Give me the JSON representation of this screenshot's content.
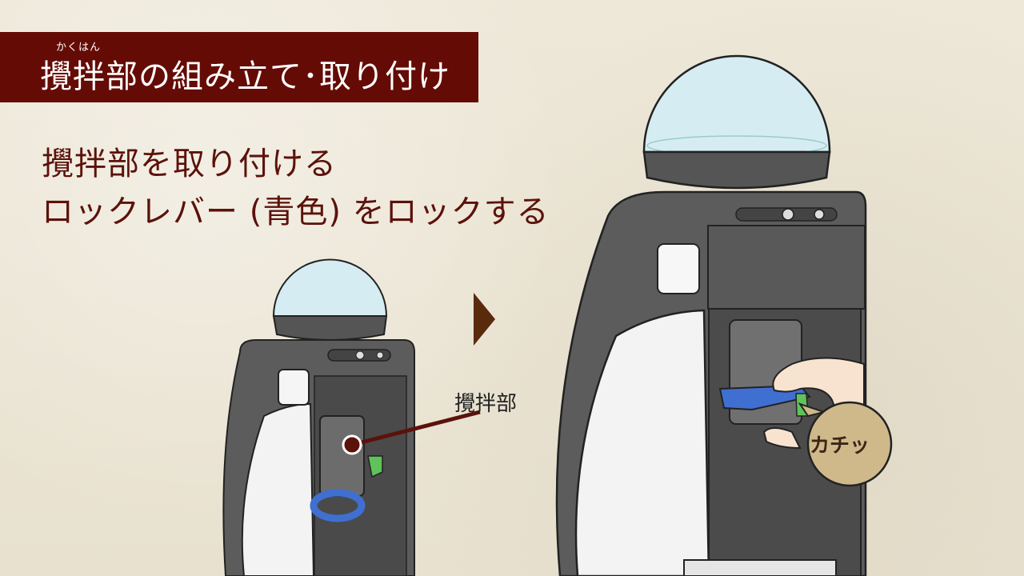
{
  "heading": {
    "ruby": "かくはん",
    "title": "攪拌部の組み立て･取り付け"
  },
  "instructions": {
    "line1": "攪拌部を取り付ける",
    "line2": "ロックレバー (青色) をロックする"
  },
  "callout": {
    "part_label": "攪拌部"
  },
  "sound_bubble": {
    "text": "カチッ"
  },
  "colors": {
    "title_bar": "#650b05",
    "text": "#5b120b",
    "lever": "#3f6fd1",
    "latch": "#5fc25a",
    "body": "#5a5a5a",
    "bubble": "#cfb88a"
  }
}
